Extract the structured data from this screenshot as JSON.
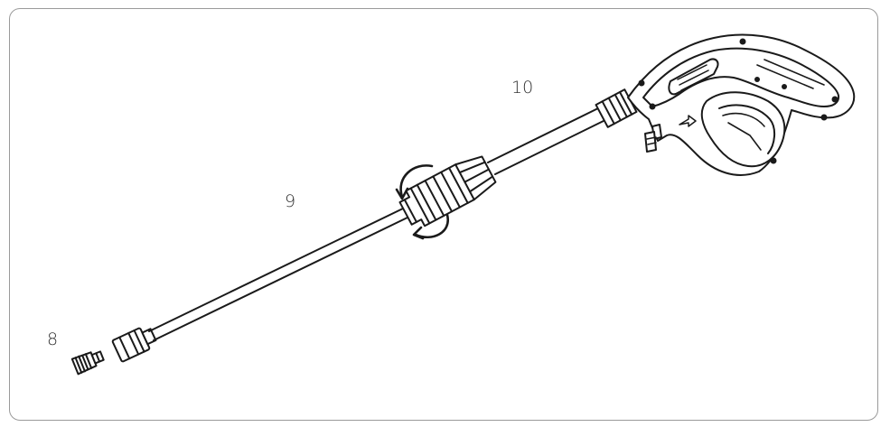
{
  "callouts": {
    "gun": "10",
    "lance": "9",
    "nozzle": "8"
  },
  "colors": {
    "frame": "#9a9a9a",
    "stroke": "#1a1a1a",
    "label": "#333333"
  }
}
